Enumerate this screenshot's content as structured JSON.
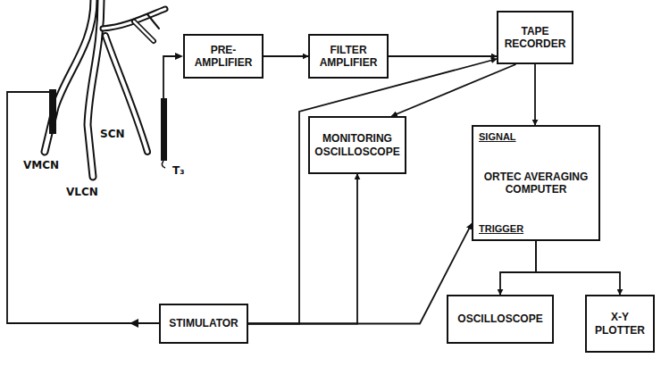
{
  "diagram": {
    "nodes": [
      {
        "text": [
          "PRE-AMPLIFIER"
        ]
      },
      {
        "text": [
          "FILTER AMPLIFIER"
        ]
      },
      {
        "text": [
          "TAPE RECORDER"
        ]
      },
      {
        "text": [
          "MONITORING OSCILLOSCOPE"
        ]
      },
      {
        "text": [
          "SIGNAL",
          "ORTEC AVERAGING COMPUTER",
          "TRIGGER"
        ]
      },
      {
        "text": [
          "STIMULATOR"
        ]
      },
      {
        "text": [
          "OSCILLOSCOPE"
        ]
      },
      {
        "text": [
          "X-Y PLOTTER"
        ]
      }
    ],
    "edges": [
      {
        "from": 0,
        "to": 1,
        "arrow": "to"
      },
      {
        "from": 1,
        "to": 2,
        "arrow": "to"
      },
      {
        "from": 2,
        "to": 3,
        "arrow": "to"
      },
      {
        "from": 2,
        "to": 4,
        "arrow": "to"
      },
      {
        "from": 5,
        "to": 2,
        "arrow": "to"
      },
      {
        "from": 5,
        "to": 3,
        "arrow": "to"
      },
      {
        "from": 5,
        "to": 4,
        "arrow": "to"
      },
      {
        "from": 4,
        "to": 6,
        "arrow": "to"
      },
      {
        "from": 4,
        "to": 7,
        "arrow": "to"
      }
    ],
    "labels": [
      "VMCN",
      "VLCN",
      "SCN",
      "T₃"
    ]
  }
}
